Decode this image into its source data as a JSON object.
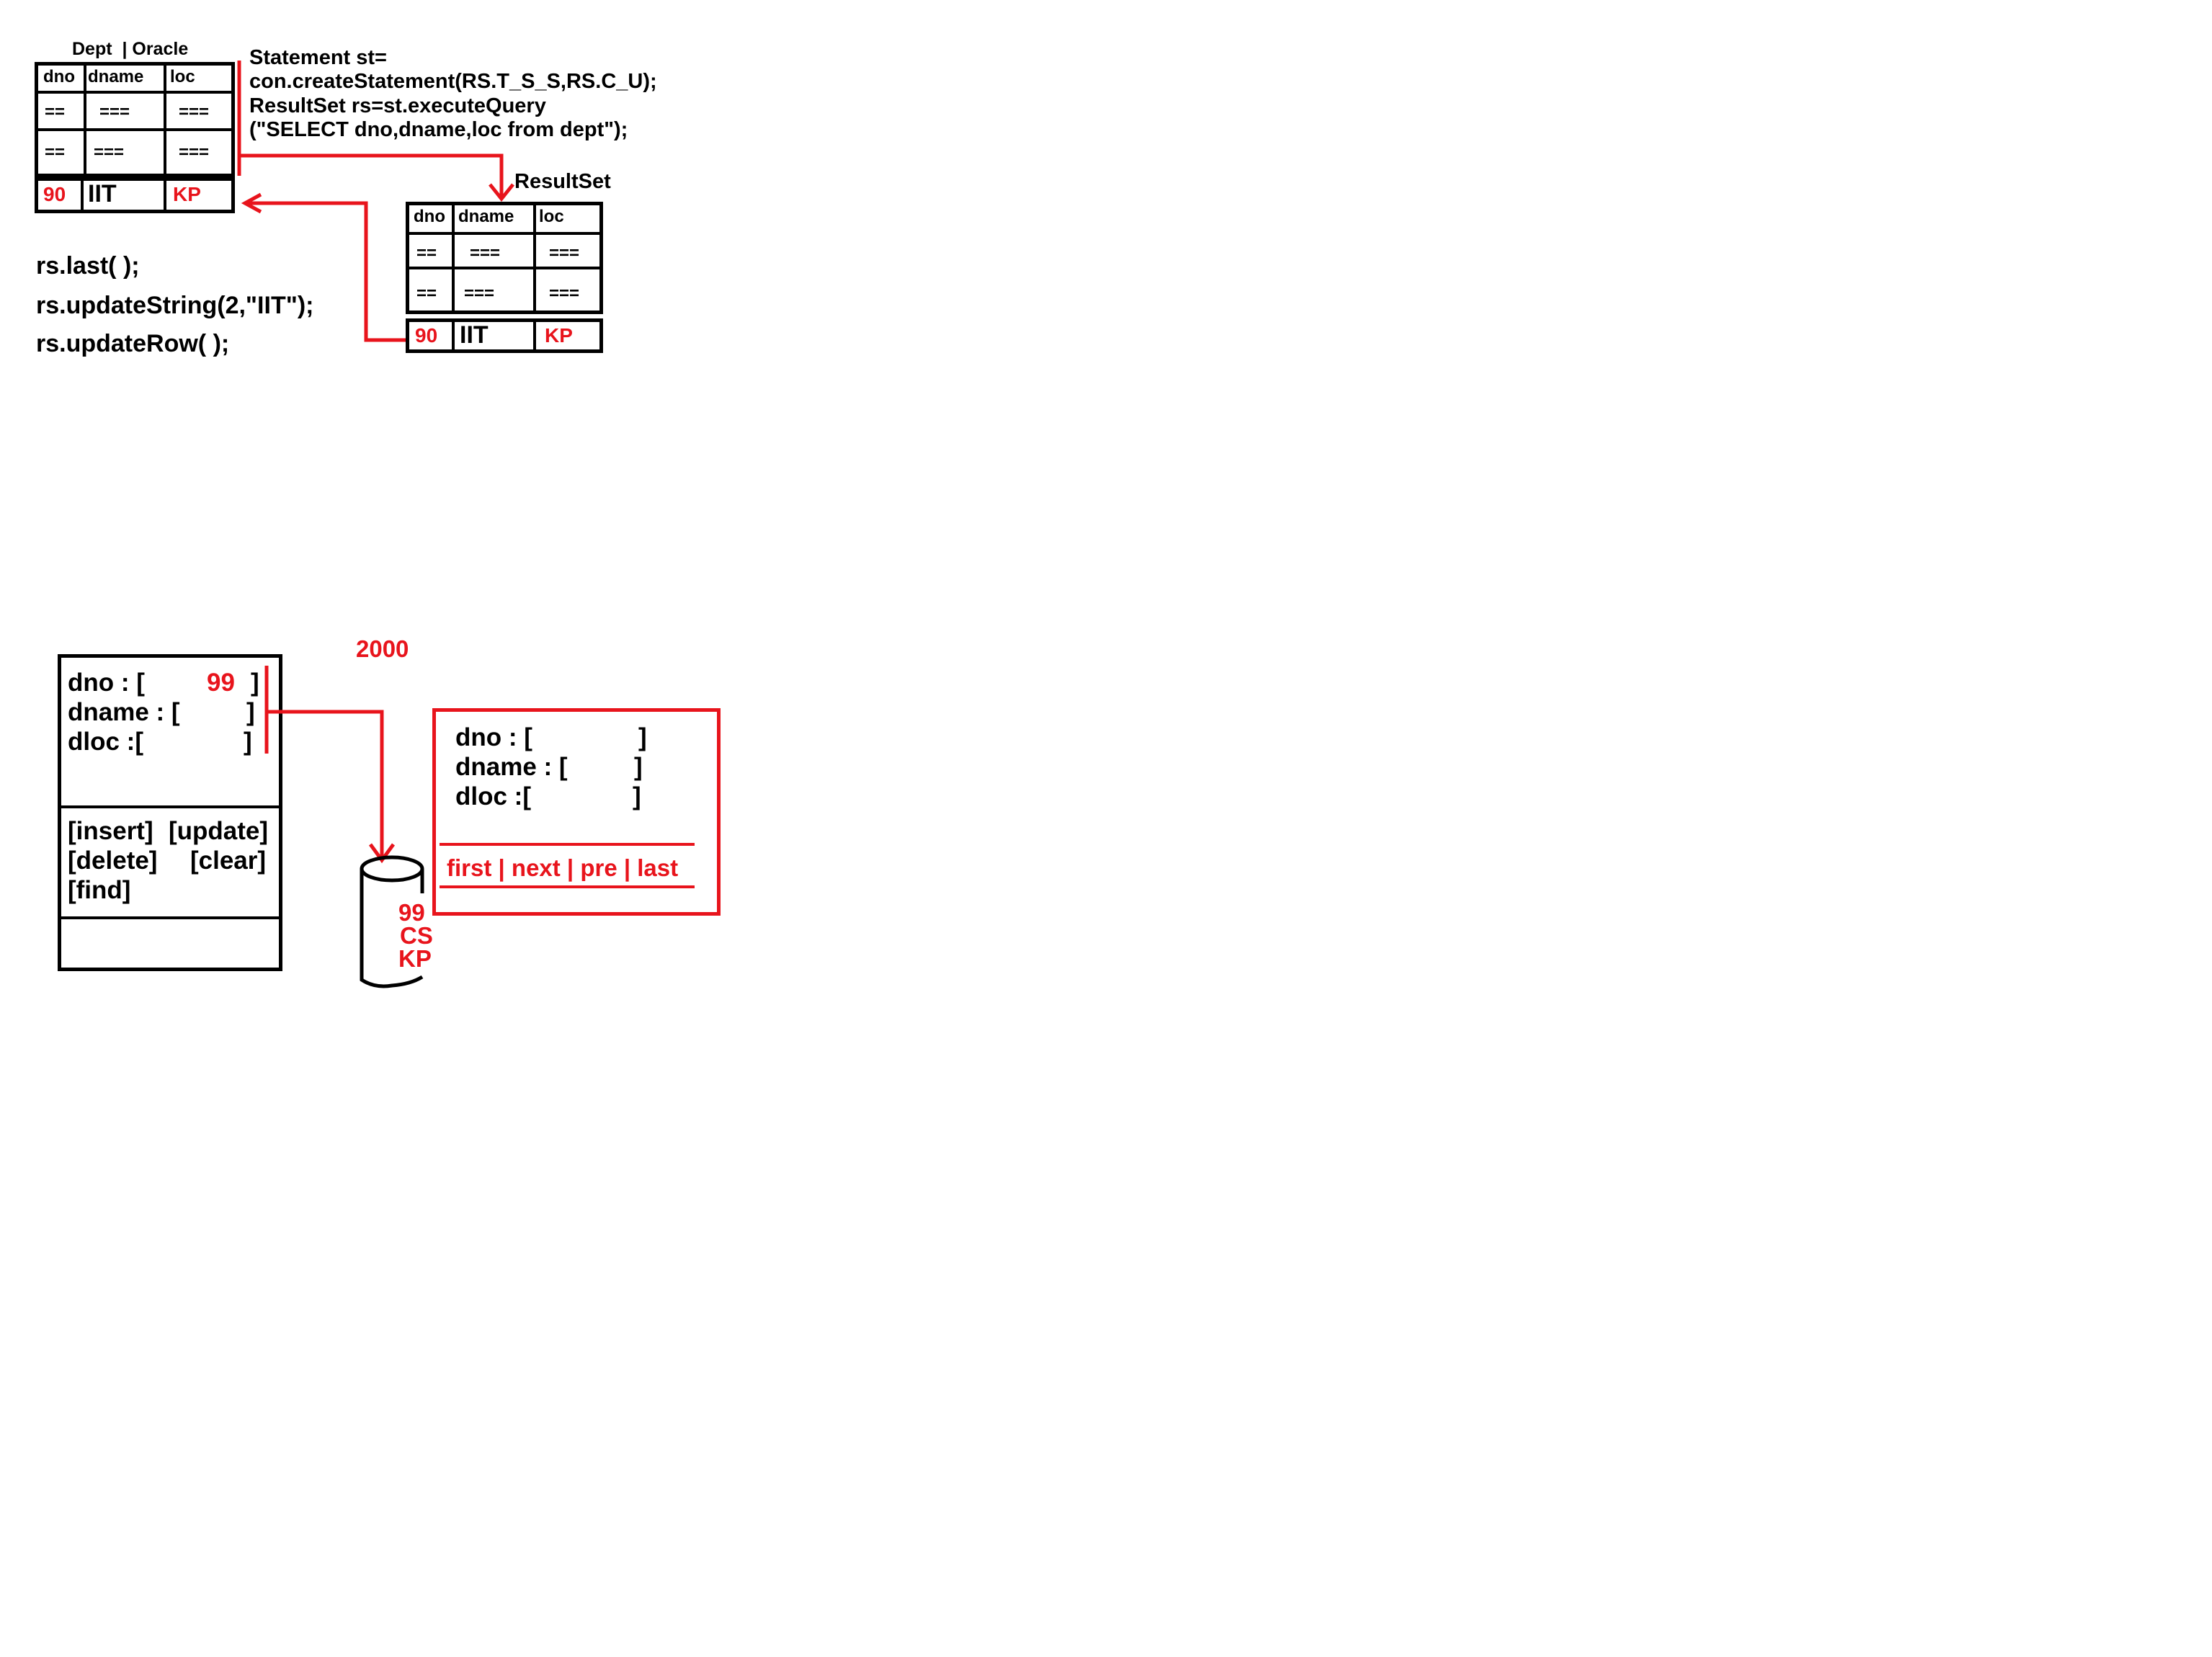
{
  "dept_table": {
    "caption": "Dept  | Oracle",
    "headers": [
      "dno",
      "dname",
      "loc"
    ],
    "rows": [
      [
        "==",
        "===",
        "==="
      ],
      [
        "==",
        "===",
        "==="
      ]
    ],
    "last_row": [
      "90",
      "IIT",
      "KP"
    ]
  },
  "statement_code": [
    "Statement st=",
    "con.createStatement(RS.T_S_S,RS.C_U);",
    "ResultSet rs=st.executeQuery",
    "(\"SELECT dno,dname,loc from dept\");"
  ],
  "resultset_table": {
    "caption": "ResultSet",
    "headers": [
      "dno",
      "dname",
      "loc"
    ],
    "rows": [
      [
        "==",
        "===",
        "==="
      ],
      [
        "==",
        "===",
        "==="
      ]
    ],
    "last_row": [
      "90",
      "IIT",
      "KP"
    ]
  },
  "rs_code": [
    "rs.last( );",
    "rs.updateString(2,\"IIT\");",
    "rs.updateRow( );"
  ],
  "left_form": {
    "fields": [
      {
        "label": "dno : [",
        "value": "99",
        "close": "]"
      },
      {
        "label": "dname : [",
        "value": "",
        "close": "]"
      },
      {
        "label": "dloc :[",
        "value": "",
        "close": "]"
      }
    ],
    "buttons": [
      "[insert]",
      "[update]",
      "[delete]",
      "[clear]",
      "[find]"
    ]
  },
  "year_label": "2000",
  "db_values": [
    "99",
    "CS",
    "KP"
  ],
  "right_form": {
    "fields": [
      {
        "label": "dno : [",
        "close": "]"
      },
      {
        "label": "dname : [",
        "close": "]"
      },
      {
        "label": "dloc :[",
        "close": "]"
      }
    ],
    "nav": "first | next | pre | last"
  },
  "colors": {
    "accent": "#e8141c",
    "ink": "#000000"
  }
}
